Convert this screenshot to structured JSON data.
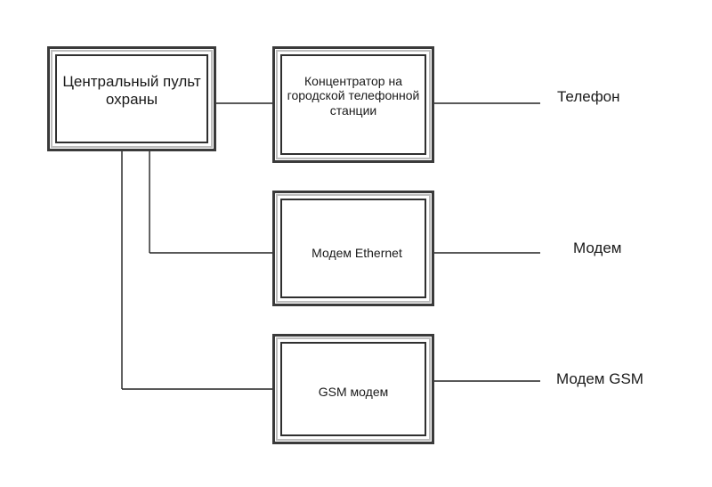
{
  "diagram": {
    "central": {
      "label": "Центральный пульт охраны"
    },
    "hub": {
      "label": "Концентратор на городской телефонной станции"
    },
    "ethernet": {
      "label": "Модем Ethernet"
    },
    "gsm": {
      "label": "GSM модем"
    },
    "outputs": {
      "phone": "Телефон",
      "modem": "Модем",
      "modem_gsm": "Модем GSM"
    }
  }
}
